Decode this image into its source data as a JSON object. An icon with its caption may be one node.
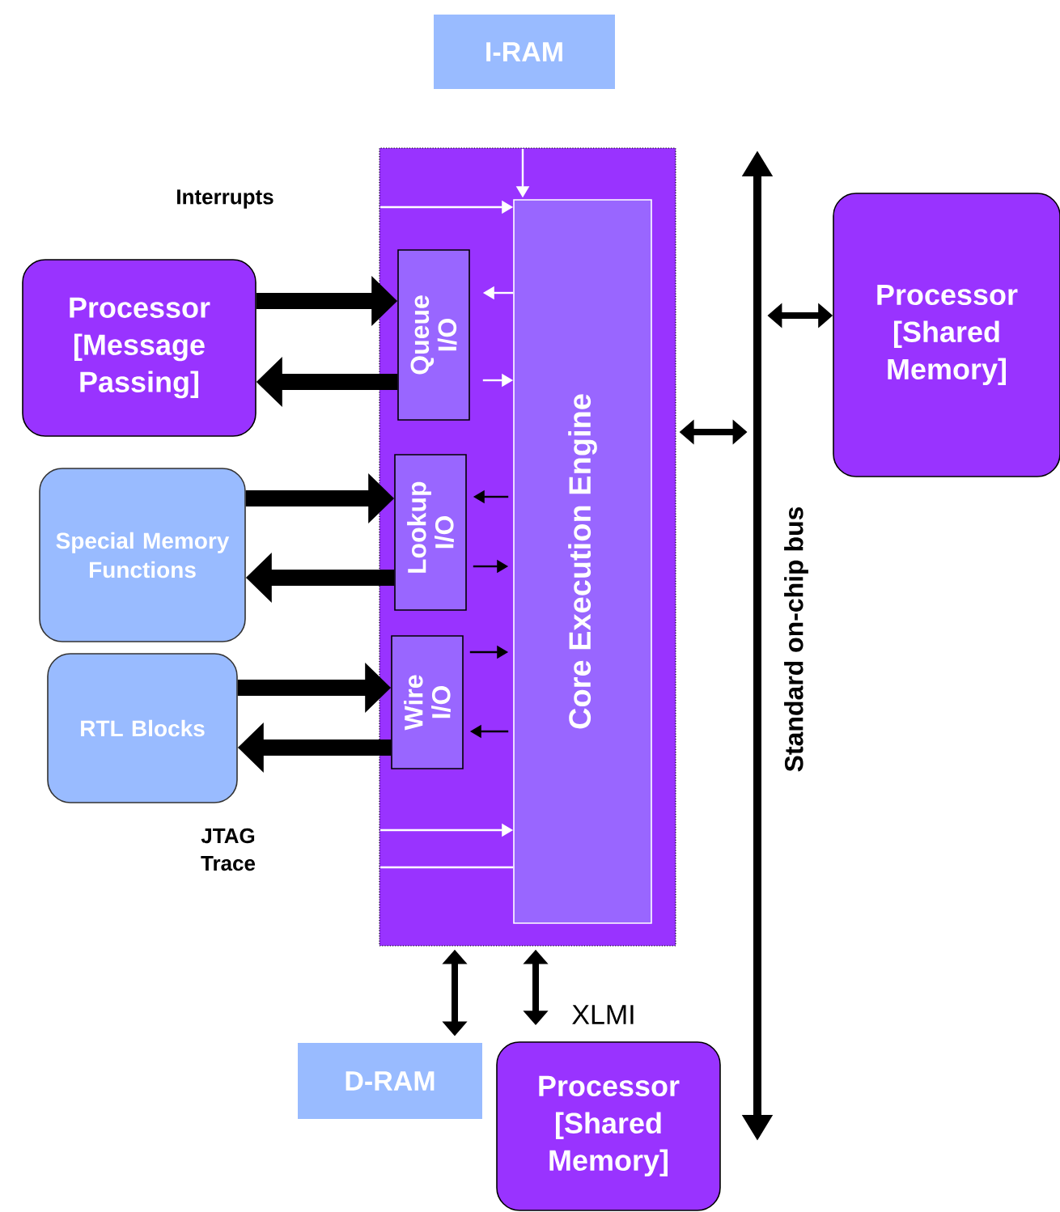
{
  "diagram": {
    "nodes": [
      {
        "text": [
          "I-RAM"
        ]
      },
      {
        "text": [
          "Processor [Message Passing]"
        ]
      },
      {
        "text": [
          "Special Memory Functions"
        ]
      },
      {
        "text": [
          "RTL Blocks"
        ]
      },
      {
        "text": [],
        "shape": "box"
      },
      {
        "text": [
          "Queue I/O"
        ],
        "in": 4
      },
      {
        "text": [
          "Lookup I/O"
        ],
        "in": 4
      },
      {
        "text": [
          "Wire I/O"
        ],
        "in": 4
      },
      {
        "text": [
          "Core Execution Engine"
        ],
        "in": 4
      },
      {
        "text": [
          "Standard on-chip bus"
        ]
      },
      {
        "text": [
          "Processor [Shared Memory]"
        ]
      },
      {
        "text": [
          "D-RAM"
        ]
      },
      {
        "text": [
          "Processor [Shared Memory]"
        ]
      }
    ],
    "edges": [
      {
        "from": 1,
        "to": 5,
        "arrow": "to",
        "style": "thick"
      },
      {
        "from": 5,
        "to": 1,
        "arrow": "to",
        "style": "thick"
      },
      {
        "from": 2,
        "to": 6,
        "arrow": "to",
        "style": "thick"
      },
      {
        "from": 6,
        "to": 2,
        "arrow": "to",
        "style": "thick"
      },
      {
        "from": 3,
        "to": 7,
        "arrow": "to",
        "style": "thick"
      },
      {
        "from": 7,
        "to": 3,
        "arrow": "to",
        "style": "thick"
      },
      {
        "from": null,
        "to": 8,
        "arrow": "to",
        "color": "#ffffff"
      },
      {
        "from": null,
        "to": 8,
        "arrow": "to",
        "color": "#ffffff"
      },
      {
        "from": 8,
        "to": 5,
        "arrow": "to",
        "color": "#ffffff"
      },
      {
        "from": 5,
        "to": 8,
        "arrow": "to",
        "color": "#ffffff"
      },
      {
        "from": 8,
        "to": 6,
        "arrow": "to"
      },
      {
        "from": 6,
        "to": 8,
        "arrow": "to"
      },
      {
        "from": 7,
        "to": 8,
        "arrow": "to"
      },
      {
        "from": 8,
        "to": 7,
        "arrow": "to"
      },
      {
        "from": null,
        "to": 8,
        "arrow": "to",
        "color": "#ffffff"
      },
      {
        "from": null,
        "to": 8,
        "arrow": "none",
        "color": "#ffffff"
      },
      {
        "from": 4,
        "to": 9,
        "arrow": "both",
        "style": "thick"
      },
      {
        "from": 9,
        "to": 10,
        "arrow": "both",
        "style": "thick"
      },
      {
        "from": 4,
        "to": 11,
        "arrow": "both",
        "style": "thick"
      },
      {
        "from": 4,
        "to": 12,
        "arrow": "both",
        "style": "thick",
        "label": "XLMI"
      }
    ],
    "labels": [
      "Interrupts",
      "JTAG Trace"
    ]
  }
}
